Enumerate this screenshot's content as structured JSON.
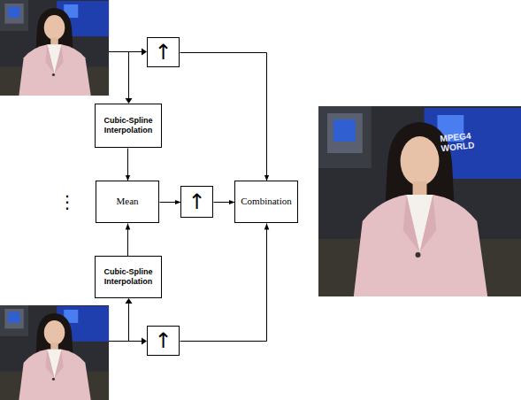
{
  "diagram": {
    "nodes": [
      {
        "text": [
          "↑"
        ]
      },
      {
        "text": [
          "Cubic-Spline Interpolation"
        ]
      },
      {
        "text": [
          "Mean"
        ]
      },
      {
        "text": [
          "↑"
        ]
      },
      {
        "text": [
          "Combination"
        ]
      },
      {
        "text": [
          "Cubic-Spline Interpolation"
        ]
      },
      {
        "text": [
          "↑"
        ]
      }
    ],
    "edges": [
      {
        "from": 0,
        "to": 4,
        "arrow": "to"
      },
      {
        "from": 1,
        "to": 2,
        "arrow": "to"
      },
      {
        "from": 2,
        "to": 3,
        "arrow": "to"
      },
      {
        "from": 3,
        "to": 4,
        "arrow": "to"
      },
      {
        "from": 5,
        "to": 2,
        "arrow": "to"
      },
      {
        "from": 6,
        "to": 4,
        "arrow": "to"
      }
    ],
    "labels": [
      "⋮",
      "MPEG4 WORLD"
    ]
  }
}
